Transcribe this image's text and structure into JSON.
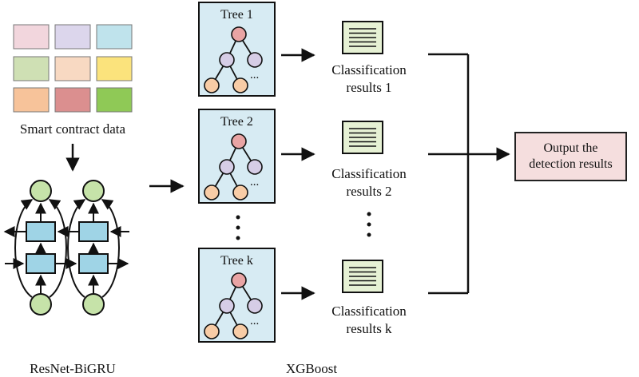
{
  "input": {
    "label": "Smart contract data",
    "cell_colors": [
      "#f2d6dd",
      "#dcd6ec",
      "#bfe3ec",
      "#cfe0b4",
      "#f8d9c2",
      "#fbe37c",
      "#f7c39a",
      "#db8f8f",
      "#8fc956"
    ]
  },
  "trees": [
    {
      "title": "Tree 1",
      "result_line1": "Classification",
      "result_line2": "results 1"
    },
    {
      "title": "Tree 2",
      "result_line1": "Classification",
      "result_line2": "results 2"
    },
    {
      "title": "Tree k",
      "result_line1": "Classification",
      "result_line2": "results k"
    }
  ],
  "ellipsis": "...",
  "output": {
    "line1": "Output the",
    "line2": "detection results"
  },
  "bottom_labels": {
    "left": "ResNet-BiGRU",
    "middle": "XGBoost"
  },
  "colors": {
    "tree_panel": "#d7ebf3",
    "node_root": "#e9a4a4",
    "node_mid": "#d6cde6",
    "node_leaf": "#f8cca6",
    "doc_fill": "#e6f1d4",
    "gru_cell": "#9fd4e6",
    "gru_node": "#c6e3a9",
    "output_fill": "#f5dede"
  }
}
